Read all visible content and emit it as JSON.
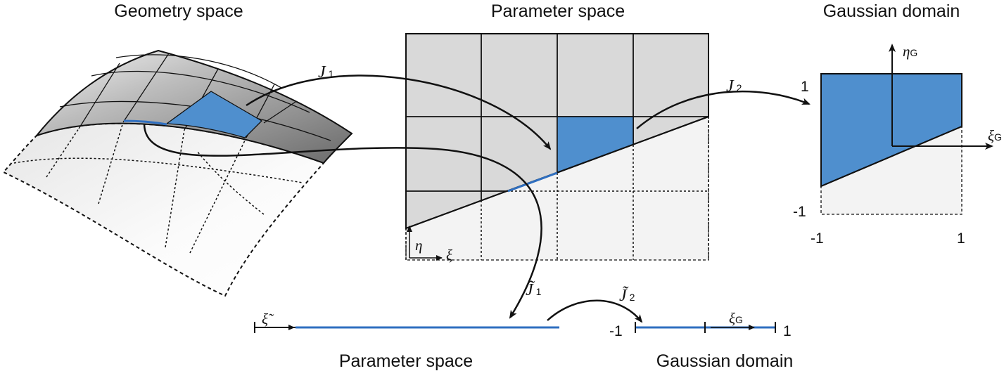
{
  "titles": {
    "geometry_space": "Geometry space",
    "parameter_space_2d": "Parameter space",
    "gaussian_domain_2d": "Gaussian domain",
    "parameter_space_1d": "Parameter space",
    "gaussian_domain_1d": "Gaussian domain"
  },
  "mappings": {
    "j1": "J",
    "j1_sub": "1",
    "j2": "J",
    "j2_sub": "2",
    "jt1": "J̃",
    "jt1_sub": "1",
    "jt2": "J̃",
    "jt2_sub": "2"
  },
  "axes": {
    "xi": "ξ",
    "eta": "η",
    "xi_g": "ξ",
    "eta_g": "η",
    "g_sub": "G",
    "xi_tilde": "ξ̃"
  },
  "ticks": {
    "gauss_2d_top": "1",
    "gauss_2d_bottom": "-1",
    "gauss_2d_left": "-1",
    "gauss_2d_right": "1",
    "gauss_1d_left": "-1",
    "gauss_1d_right": "1"
  },
  "colors": {
    "highlight": "#4f8fce",
    "trim_curve": "#2f6fc0",
    "cell_fill": "#d9d9d9",
    "void_fill": "#f3f3f3",
    "stroke": "#111111"
  }
}
